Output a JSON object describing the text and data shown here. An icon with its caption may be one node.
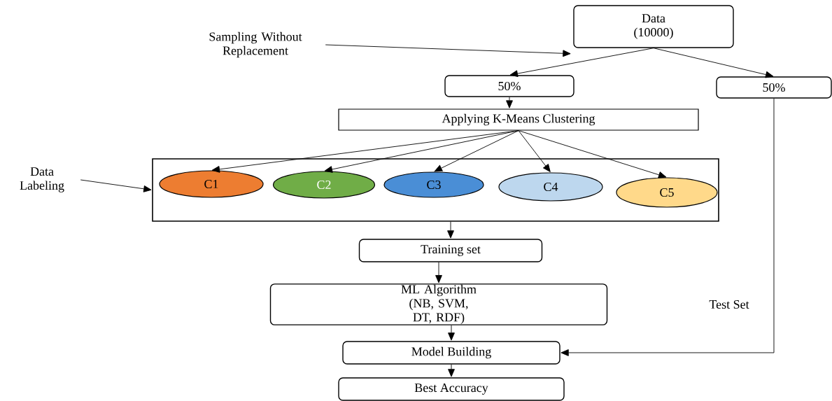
{
  "diagram": {
    "nodes": [
      {
        "text": [
          "Data (10000)"
        ]
      },
      {
        "text": [
          "50%"
        ]
      },
      {
        "text": [
          "50%"
        ]
      },
      {
        "text": [
          "Applying K-Means Clustering"
        ]
      },
      {
        "text": [],
        "shape": "box"
      },
      {
        "text": [
          "C1"
        ],
        "in": 4
      },
      {
        "text": [
          "C2"
        ],
        "in": 4
      },
      {
        "text": [
          "C3"
        ],
        "in": 4
      },
      {
        "text": [
          "C4"
        ],
        "in": 4
      },
      {
        "text": [
          "C5"
        ],
        "in": 4
      },
      {
        "text": [
          "Training set"
        ]
      },
      {
        "text": [
          "ML Algorithm (NB, SVM, DT, RDF)"
        ]
      },
      {
        "text": [
          "Model Building"
        ]
      },
      {
        "text": [
          "Best Accuracy"
        ]
      },
      {
        "text": [
          "Sampling Without Replacement"
        ]
      },
      {
        "text": [
          "Data Labeling"
        ]
      }
    ],
    "edges": [
      {
        "from": 14,
        "to": 0,
        "arrow": "to"
      },
      {
        "from": 0,
        "to": 1,
        "arrow": "to"
      },
      {
        "from": 0,
        "to": 2,
        "arrow": "to"
      },
      {
        "from": 1,
        "to": 3,
        "arrow": "to"
      },
      {
        "from": 3,
        "to": 5,
        "arrow": "to"
      },
      {
        "from": 3,
        "to": 6,
        "arrow": "to"
      },
      {
        "from": 3,
        "to": 7,
        "arrow": "to"
      },
      {
        "from": 3,
        "to": 8,
        "arrow": "to"
      },
      {
        "from": 3,
        "to": 9,
        "arrow": "to"
      },
      {
        "from": 15,
        "to": 4,
        "arrow": "to"
      },
      {
        "from": 4,
        "to": 10,
        "arrow": "to"
      },
      {
        "from": 10,
        "to": 11,
        "arrow": "to"
      },
      {
        "from": 11,
        "to": 12,
        "arrow": "to"
      },
      {
        "from": 12,
        "to": 13,
        "arrow": "to"
      },
      {
        "from": 2,
        "to": 12,
        "arrow": "to",
        "label": "Test Set"
      }
    ]
  }
}
